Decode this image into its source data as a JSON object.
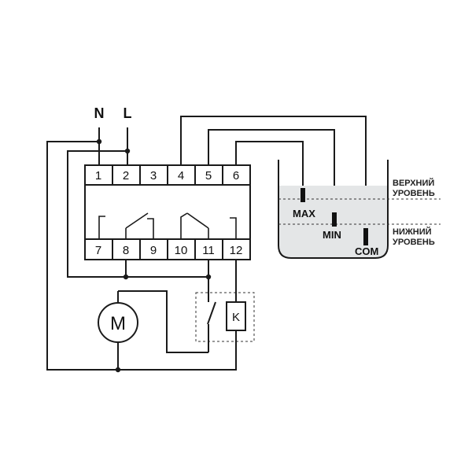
{
  "supply": {
    "neutral": "N",
    "line": "L"
  },
  "terminals_top": [
    "1",
    "2",
    "3",
    "4",
    "5",
    "6"
  ],
  "terminals_bottom": [
    "7",
    "8",
    "9",
    "10",
    "11",
    "12"
  ],
  "motor": {
    "symbol": "M"
  },
  "contactor": {
    "coil_symbol": "K"
  },
  "tank": {
    "upper_level": [
      "ВЕРХНИЙ",
      "УРОВЕНЬ"
    ],
    "lower_level": [
      "НИЖНИЙ",
      "УРОВЕНЬ"
    ],
    "water_color": "#e4e6e7"
  },
  "probes": {
    "max": "MAX",
    "min": "MIN",
    "com": "COM"
  }
}
